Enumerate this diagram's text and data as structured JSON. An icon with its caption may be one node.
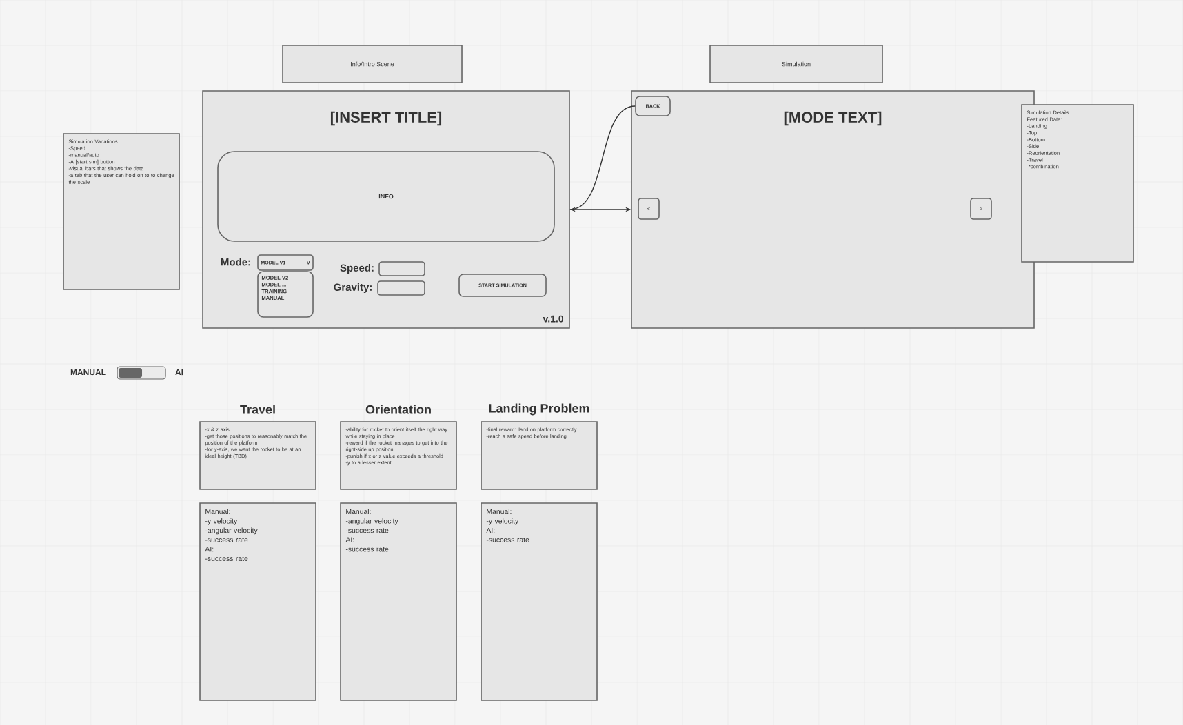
{
  "diagram": {
    "nodes": [
      {
        "text": [
          "Info/Intro Scene"
        ]
      },
      {
        "text": [
          "Simulation"
        ]
      },
      {
        "text": [
          "Simulation Variations",
          "-Speed",
          "-manual/auto",
          "-A [start sim] button",
          "-visual bars that shows the data",
          "-a tab that the user can hold on to to change the scale"
        ]
      },
      {
        "text": [
          "[INSERT TITLE]",
          "v.1.0"
        ]
      },
      {
        "text": [
          "INFO"
        ],
        "in": 3
      },
      {
        "text": [
          "MODEL V1",
          "V"
        ],
        "in": 3
      },
      {
        "text": [
          "MODEL V2",
          "MODEL ...",
          "TRAINING",
          "MANUAL"
        ],
        "in": 3
      },
      {
        "text": [],
        "shape": "box",
        "in": 3
      },
      {
        "text": [],
        "shape": "box",
        "in": 3
      },
      {
        "text": [
          "START SIMULATION"
        ],
        "in": 3
      },
      {
        "text": [
          "[MODE TEXT]"
        ]
      },
      {
        "text": [
          "BACK"
        ],
        "in": 10
      },
      {
        "text": [
          "<"
        ],
        "in": 10
      },
      {
        "text": [
          ">"
        ],
        "in": 10
      },
      {
        "text": [
          "Simulation Details",
          "Featured Data:",
          "-Landing",
          "-Top",
          "-Bottom",
          "-Side",
          "-Reorientation",
          "-Travel",
          "-*combination"
        ]
      },
      {
        "text": [
          "Travel",
          "-x & z axis",
          "-get those positions to reasonably match the position of the platform",
          "-for y-axis, we want the rocket to be at an ideal height (TBD)"
        ]
      },
      {
        "text": [
          "Manual:",
          "-y velocity",
          "-angular velocity",
          "-success rate",
          "AI:",
          "-success rate"
        ]
      },
      {
        "text": [
          "Orientation",
          "-ability for rocket to orient itself the right way while staying in place",
          "-reward if the rocket manages to get into the right-side up position",
          "-punish if x or z value exceeds a threshold",
          "-y to a lesser extent"
        ]
      },
      {
        "text": [
          "Manual:",
          "-angular velocity",
          "-success rate",
          "AI:",
          "-success rate"
        ]
      },
      {
        "text": [
          "Landing Problem",
          "-final reward: land on platform correctly",
          "-reach a safe speed before landing"
        ]
      },
      {
        "text": [
          "Manual:",
          "-y velocity",
          "AI:",
          "-success rate"
        ]
      }
    ],
    "edges": [
      {
        "from": 11,
        "to": 3,
        "arrow": "none"
      },
      {
        "from": 3,
        "to": 10,
        "arrow": "both"
      }
    ],
    "labels": [
      "Mode:",
      "Speed:",
      "Gravity:",
      "MANUAL",
      "AI"
    ]
  }
}
